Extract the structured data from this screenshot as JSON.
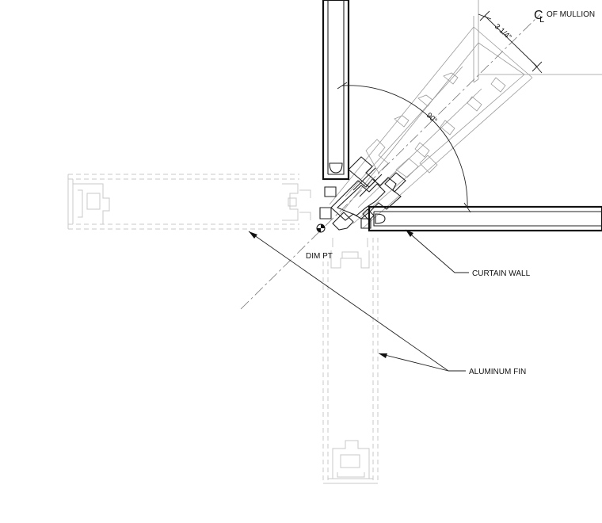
{
  "labels": {
    "centerline_symbol": "C",
    "centerline_symbol_l": "L",
    "centerline_text": "OF MULLION",
    "dimension": "3 1/4\"",
    "angle": "90°",
    "dim_point": "DIM PT",
    "curtain_wall": "CURTAIN WALL",
    "aluminum_fin": "ALUMINUM FIN"
  }
}
